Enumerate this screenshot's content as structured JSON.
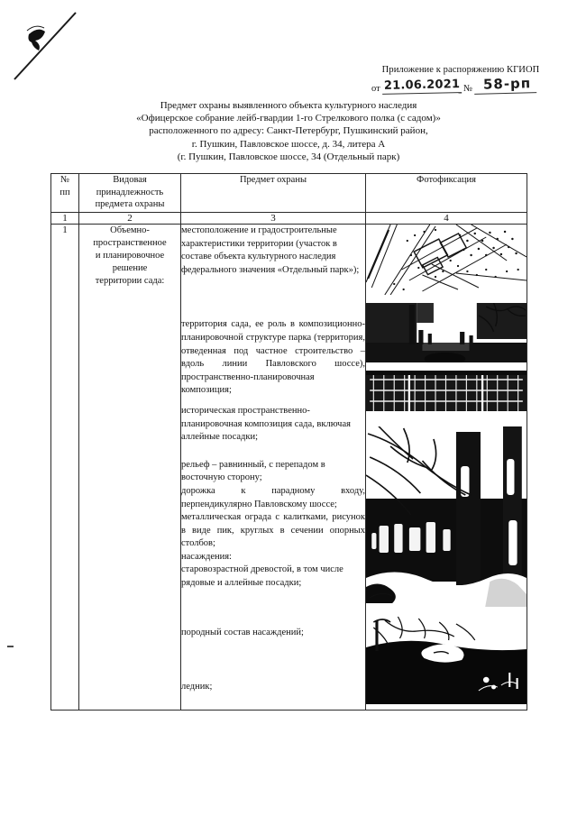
{
  "document": {
    "approval": {
      "line1": "Приложение к распоряжению КГИОП",
      "from_label": "от",
      "date_handwritten": "21.06.2021",
      "number_label": "№",
      "number_handwritten": "58-рп"
    },
    "title_lines": [
      "Предмет охраны выявленного объекта культурного наследия",
      "«Офицерское собрание лейб-гвардии 1-го Стрелкового полка (с садом)»",
      "расположенного по адресу: Санкт-Петербург, Пушкинский район,",
      "г. Пушкин, Павловское шоссе, д. 34, литера А",
      "(г. Пушкин, Павловское шоссе, 34 (Отдельный парк)"
    ]
  },
  "table": {
    "headers": {
      "n": "№\nпп",
      "n_line1": "№",
      "n_line2": "пп",
      "kind_line1": "Видовая",
      "kind_line2": "принадлежность",
      "kind_line3": "предмета охраны",
      "subject": "Предмет охраны",
      "photo": "Фотофиксация"
    },
    "column_numbers": [
      "1",
      "2",
      "3",
      "4"
    ],
    "rows": [
      {
        "n": "1",
        "kind_lines": [
          "Объемно-",
          "пространственное",
          "и планировочное",
          "решение",
          "территории сада:"
        ],
        "subject_paragraphs": [
          "местоположение и градостроительные характеристики территории (участок в составе объекта культурного наследия федерального значения «Отдельный парк»);",
          "территория сада, ее роль в композиционно-планировочной структуре парка (территория, отведенная под частное строительство – вдоль линии Павловского шоссе), пространственно-планировочная композиция;",
          "историческая пространственно-планировочная композиция сада, включая аллейные посадки;",
          "рельеф – равнинный, с перепадом в восточную сторону;",
          "дорожка к парадному входу, перпендикулярно Павловскому шоссе;",
          "металлическая ограда с калитками, рисунок в виде пик, круглых в сечении опорных столбов;",
          "насаждения:",
          "старовозрастной древостой, в том числе рядовые и аллейные посадки;",
          "породный состав насаждений;",
          "ледник;"
        ],
        "photos": [
          {
            "name": "site-plan-map",
            "caption": ""
          },
          {
            "name": "garden-alley-photo",
            "caption": ""
          },
          {
            "name": "metal-fence-photo",
            "caption": ""
          },
          {
            "name": "winter-trees-building-photo",
            "caption": ""
          },
          {
            "name": "ice-house-photo",
            "caption": ""
          }
        ]
      }
    ]
  },
  "marks": {
    "pen_stroke_topleft": "pen-stroke",
    "margin_tick": "margin-tick"
  }
}
